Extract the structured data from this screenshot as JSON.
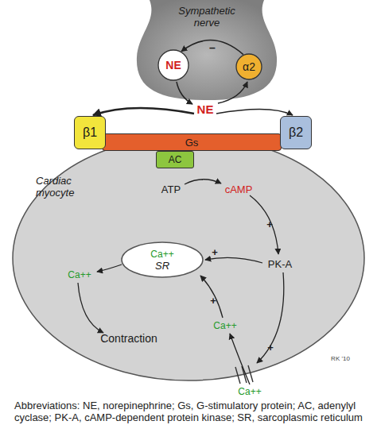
{
  "diagram": {
    "caption": "Abbreviations: NE, norepinephrine; Gs, G-stimulatory protein; AC, adenylyl cyclase; PK-A, cAMP-dependent protein kinase; SR, sarcoplasmic reticulum",
    "nodes": [
      {
        "text": [
          "Sympathetic nerve"
        ]
      },
      {
        "text": [
          "NE"
        ],
        "in": 0
      },
      {
        "text": [
          "α2"
        ],
        "in": 0
      },
      {
        "text": [
          "β1"
        ]
      },
      {
        "text": [
          "Gs"
        ]
      },
      {
        "text": [
          "β2"
        ]
      },
      {
        "text": [
          "AC"
        ]
      },
      {
        "text": [
          "Cardiac myocyte"
        ]
      },
      {
        "text": [
          "Ca++",
          "SR"
        ],
        "in": 7
      }
    ],
    "edges": [
      {
        "from": 2,
        "to": 1,
        "arrow": "to",
        "label": "–"
      }
    ],
    "labels": [
      "NE",
      "ATP",
      "cAMP",
      "PK-A",
      "Ca++",
      "Contraction",
      "Ca++",
      "Ca++",
      "+",
      "+",
      "+",
      "+",
      "RK '10"
    ]
  }
}
